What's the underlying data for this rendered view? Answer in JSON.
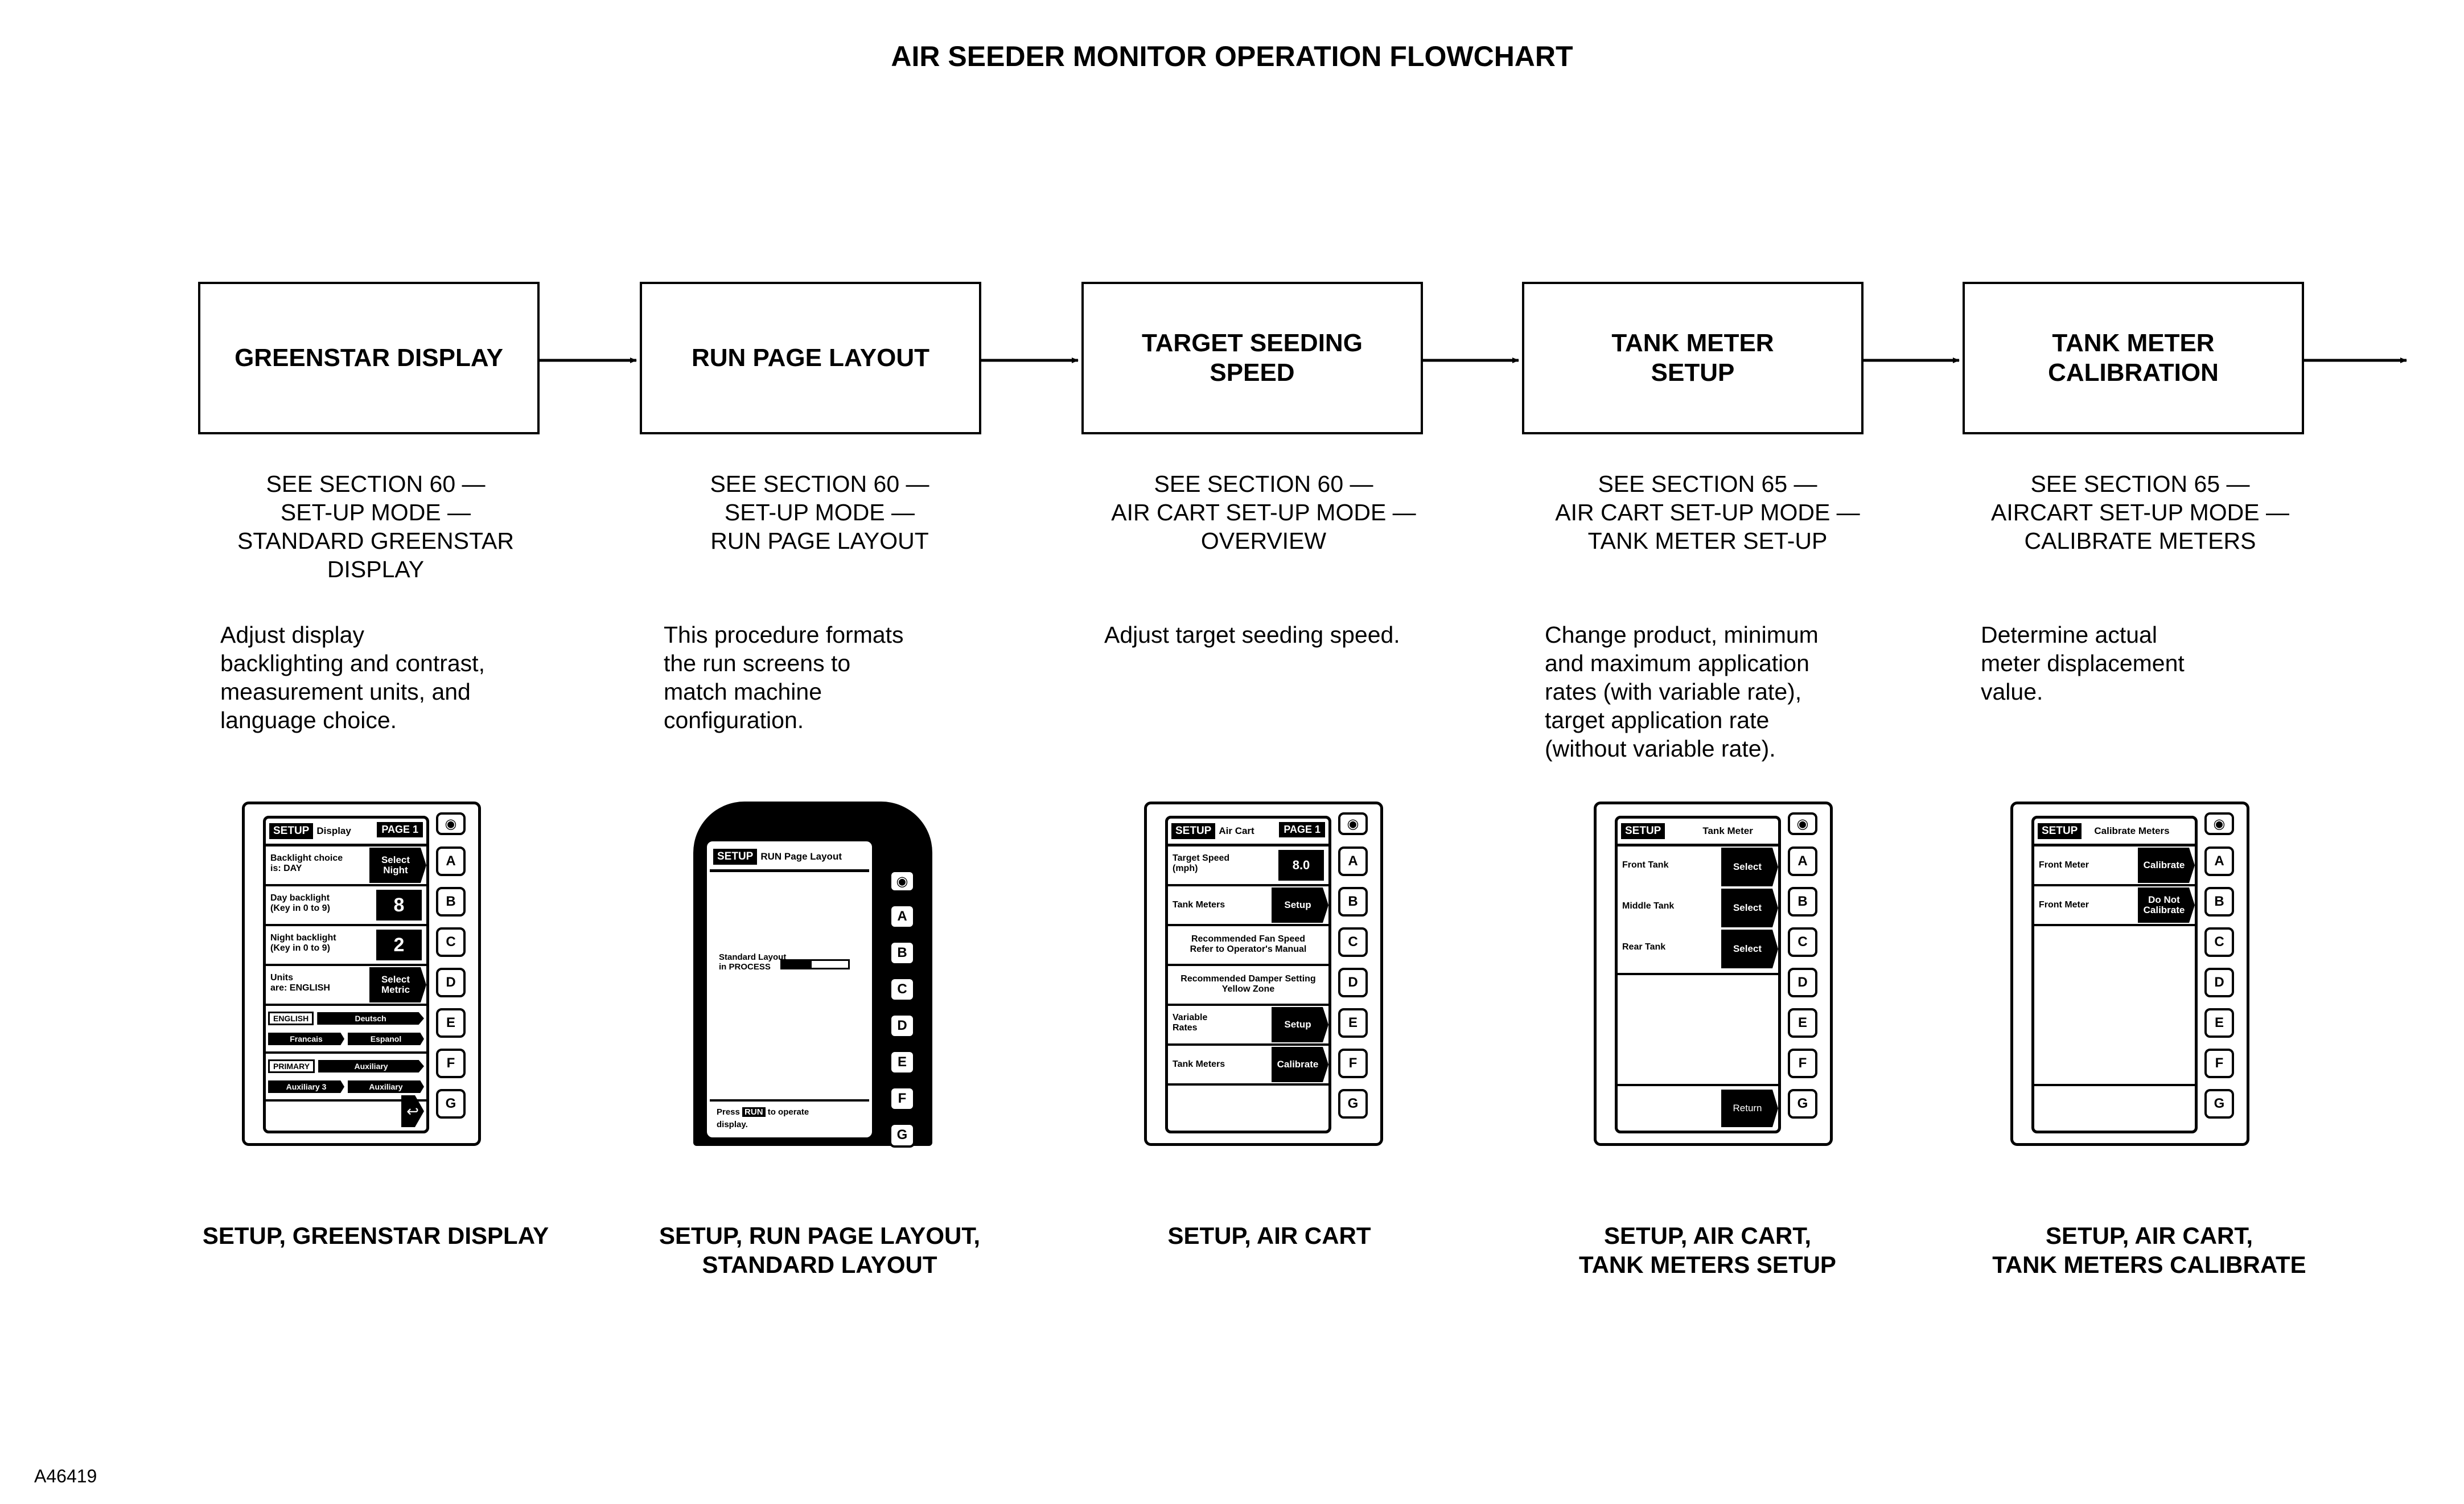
{
  "title": "AIR SEEDER MONITOR OPERATION FLOWCHART",
  "figure_id": "A46419",
  "steps": [
    {
      "box": [
        "GREENSTAR DISPLAY"
      ],
      "ref": [
        "SEE SECTION 60 —",
        "SET-UP MODE —",
        "STANDARD GREENSTAR",
        "DISPLAY"
      ],
      "desc": [
        "Adjust display",
        "backlighting and contrast,",
        "measurement units, and",
        "language choice."
      ],
      "caption": [
        "SETUP, GREENSTAR DISPLAY"
      ],
      "screen": {
        "tag": "SETUP",
        "name": "Display",
        "page": "PAGE 1",
        "rows": [
          {
            "label": [
              "Backlight choice",
              "is: DAY"
            ],
            "button": [
              "Select",
              "Night"
            ]
          },
          {
            "label": [
              "Day backlight",
              "(Key in 0 to 9)"
            ],
            "value": "8"
          },
          {
            "label": [
              "Night backlight",
              "(Key in 0 to 9)"
            ],
            "value": "2"
          },
          {
            "label": [
              "Units",
              "are: ENGLISH"
            ],
            "button": [
              "Select",
              "Metric"
            ]
          }
        ],
        "language": [
          "ENGLISH",
          "Deutsch",
          "Francais",
          "Espanol"
        ],
        "source": [
          "PRIMARY",
          "Auxiliary",
          "Auxiliary 3",
          "Auxiliary"
        ]
      }
    },
    {
      "box": [
        "RUN PAGE LAYOUT"
      ],
      "ref": [
        "SEE SECTION 60 —",
        "SET-UP MODE —",
        "RUN PAGE LAYOUT"
      ],
      "desc": [
        "This procedure formats",
        "the run screens to",
        "match machine",
        "configuration."
      ],
      "caption": [
        "SETUP, RUN PAGE LAYOUT,",
        "STANDARD LAYOUT"
      ],
      "screen": {
        "tag": "SETUP",
        "name": "RUN Page Layout",
        "status": [
          "Standard Layout",
          "in PROCESS"
        ],
        "footer_pre": "Press",
        "footer_key": "RUN",
        "footer_post": "to operate",
        "footer_end": "display."
      }
    },
    {
      "box": [
        "TARGET SEEDING",
        "SPEED"
      ],
      "ref": [
        "SEE SECTION 60 —",
        "AIR CART SET-UP MODE —",
        "OVERVIEW"
      ],
      "desc": [
        "Adjust target seeding speed."
      ],
      "caption": [
        "SETUP, AIR CART"
      ],
      "screen": {
        "tag": "SETUP",
        "name": "Air Cart",
        "page": "PAGE 1",
        "rows": [
          {
            "label": [
              "Target Speed",
              "(mph)"
            ],
            "value": "8.0"
          },
          {
            "label": [
              "Tank Meters"
            ],
            "button": [
              "Setup"
            ]
          },
          {
            "center": [
              "Recommended Fan Speed",
              "Refer to Operator's Manual"
            ]
          },
          {
            "center": [
              "Recommended Damper Setting",
              "Yellow Zone"
            ]
          },
          {
            "label": [
              "Variable",
              "Rates"
            ],
            "button": [
              "Setup"
            ]
          },
          {
            "label": [
              "Tank Meters"
            ],
            "button": [
              "Calibrate"
            ]
          }
        ]
      }
    },
    {
      "box": [
        "TANK METER",
        "SETUP"
      ],
      "ref": [
        "SEE SECTION 65 —",
        "AIR CART SET-UP MODE —",
        "TANK METER SET-UP"
      ],
      "desc": [
        "Change product, minimum",
        "and maximum application",
        "rates (with variable rate),",
        "target application rate",
        "(without variable rate)."
      ],
      "caption": [
        "SETUP, AIR CART,",
        "TANK METERS SETUP"
      ],
      "screen": {
        "tag": "SETUP",
        "name": "Tank Meter",
        "rows": [
          {
            "label": [
              "Front Tank"
            ],
            "button": [
              "Select"
            ]
          },
          {
            "label": [
              "Middle Tank"
            ],
            "button": [
              "Select"
            ]
          },
          {
            "label": [
              "Rear Tank"
            ],
            "button": [
              "Select"
            ]
          }
        ],
        "return": "Return"
      }
    },
    {
      "box": [
        "TANK METER",
        "CALIBRATION"
      ],
      "ref": [
        "SEE SECTION 65 —",
        "AIRCART SET-UP MODE —",
        "CALIBRATE METERS"
      ],
      "desc": [
        "Determine actual",
        "meter displacement",
        "value."
      ],
      "caption": [
        "SETUP, AIR CART,",
        "TANK METERS CALIBRATE"
      ],
      "screen": {
        "tag": "SETUP",
        "name": "Calibrate Meters",
        "rows": [
          {
            "label": [
              "Front Meter"
            ],
            "button": [
              "Calibrate"
            ]
          },
          {
            "label": [
              "Front Meter"
            ],
            "button": [
              "Do Not",
              "Calibrate"
            ]
          }
        ]
      }
    }
  ],
  "keys": [
    "A",
    "B",
    "C",
    "D",
    "E",
    "F",
    "G"
  ]
}
